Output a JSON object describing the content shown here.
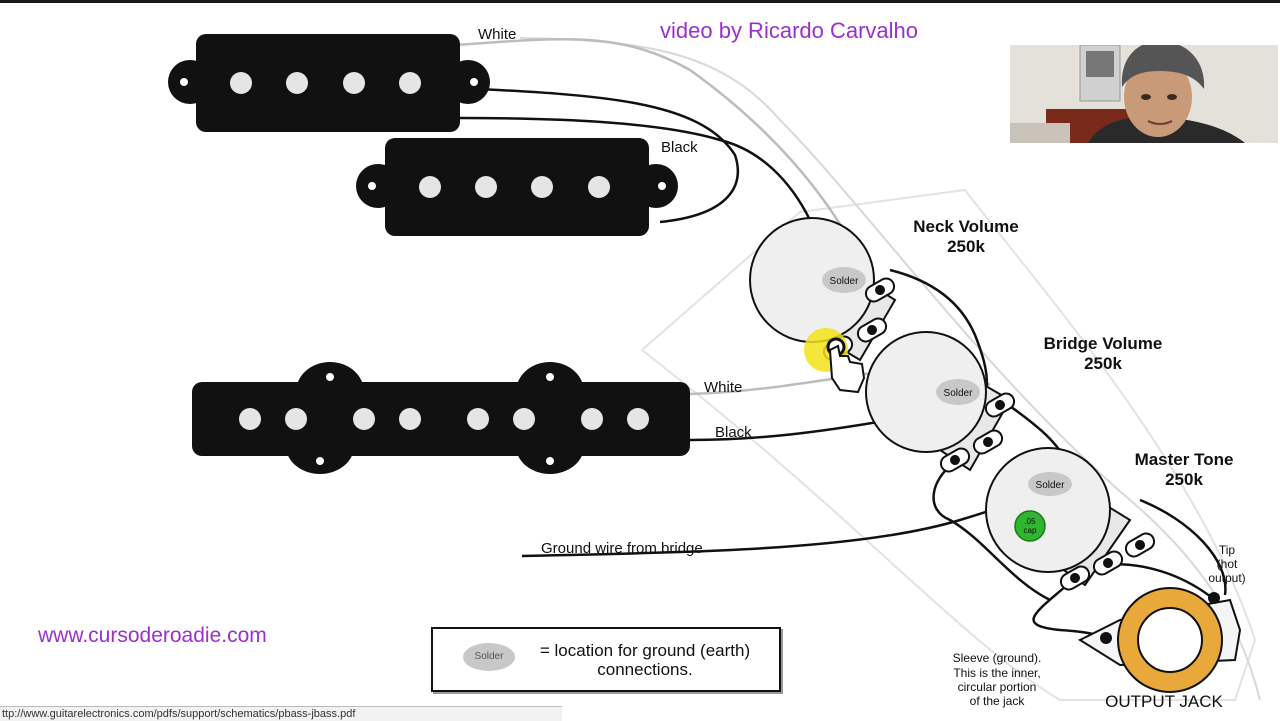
{
  "video_credit": "video by Ricardo Carvalho",
  "website": "www.cursoderoadie.com",
  "status_url": "ttp://www.guitarelectronics.com/pdfs/support/schematics/pbass-jbass.pdf",
  "wires": {
    "white_top": "White",
    "black_top": "Black",
    "white_bridge": "White",
    "black_bridge": "Black",
    "ground_from_bridge": "Ground wire from bridge"
  },
  "pots": {
    "neck": {
      "name": "Neck Volume",
      "value": "250k",
      "solder": "Solder"
    },
    "bridge": {
      "name": "Bridge Volume",
      "value": "250k",
      "solder": "Solder"
    },
    "tone": {
      "name": "Master Tone",
      "value": "250k",
      "solder": "Solder",
      "cap_line1": ".05",
      "cap_line2": "cap"
    }
  },
  "jack": {
    "title": "OUTPUT JACK",
    "tip_line1": "Tip",
    "tip_line2": "(hot",
    "tip_line3": "output)",
    "sleeve_line1": "Sleeve (ground).",
    "sleeve_line2": "This is the inner,",
    "sleeve_line3": "circular portion",
    "sleeve_line4": "of the jack"
  },
  "legend": {
    "solder": "Solder",
    "text": "= location for ground (earth) connections."
  },
  "colors": {
    "credit_purple": "#9b2fd0",
    "cap_green": "#2fb52f",
    "cursor_highlight": "#f3e21a",
    "jack_brass": "#e8a83a"
  }
}
